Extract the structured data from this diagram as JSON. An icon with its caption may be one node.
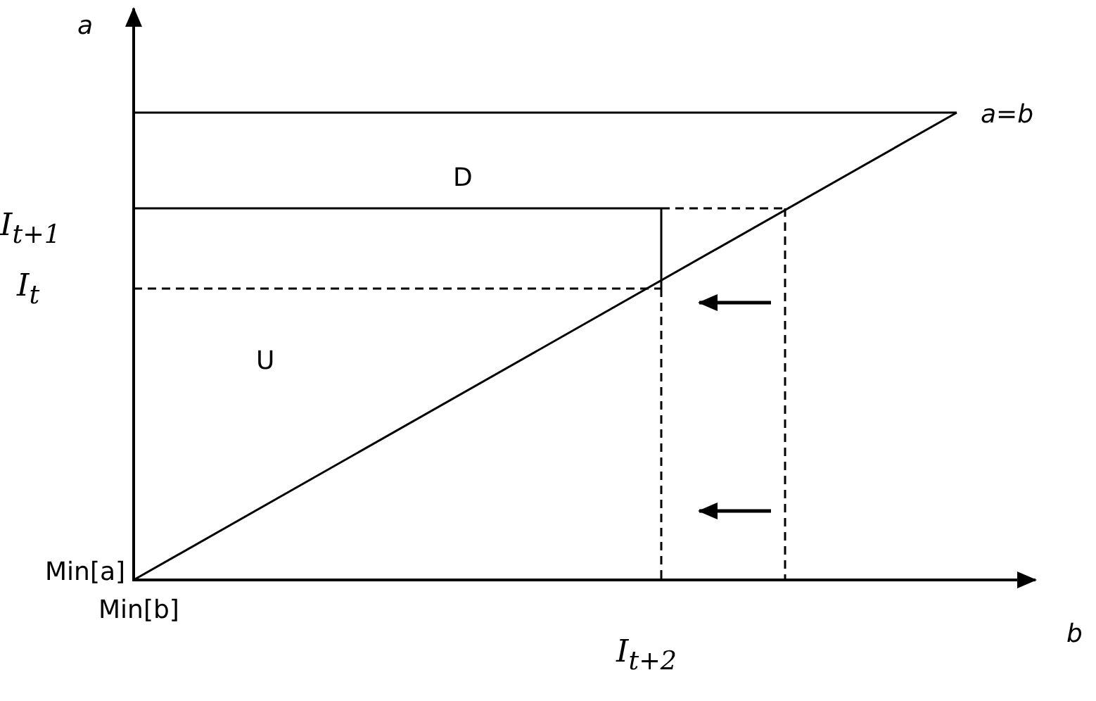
{
  "diagram": {
    "labels": [
      "a",
      "a=b",
      "D",
      "I$_{t+1}$",
      "I$_{t}$",
      "U",
      "Min[a]",
      "Min[b]",
      "I$_{t+2}$",
      "b"
    ]
  }
}
